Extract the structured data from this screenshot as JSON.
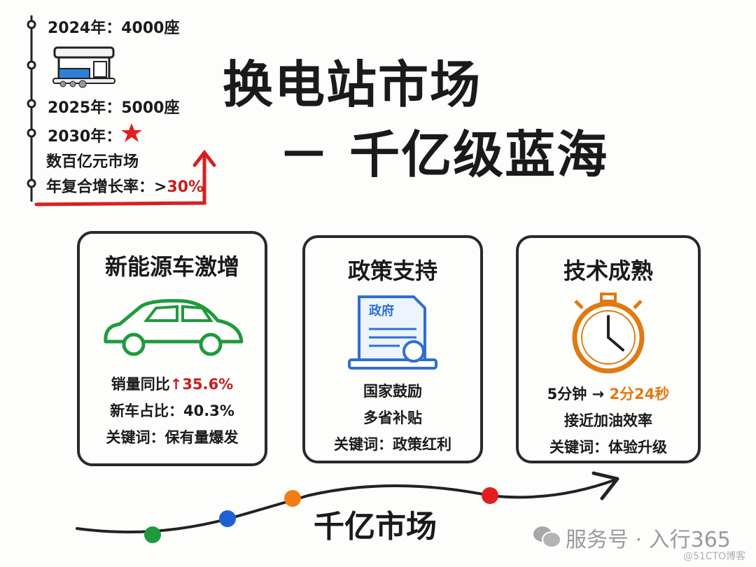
{
  "timeline": {
    "items": [
      {
        "text": "2024年：4000座"
      },
      {
        "text": "2025年：5000座"
      },
      {
        "text": "2030年："
      },
      {
        "text": "数百亿元市场"
      },
      {
        "text": "年复合增长率：>",
        "highlight": "30%"
      }
    ],
    "icons": [
      "battery-swap-station-icon",
      "star-icon",
      "up-arrow-icon"
    ]
  },
  "title": {
    "line1": "换电站市场",
    "line2": "－ 千亿级蓝海"
  },
  "cards": [
    {
      "title": "新能源车激增",
      "icon": "car-icon",
      "line1_prefix": "销量同比",
      "line1_highlight": "↑35.6%",
      "line2": "新车占比：40.3%",
      "line3": "关键词：保有量爆发"
    },
    {
      "title": "政策支持",
      "icon": "government-document-icon",
      "doc_label": "政府",
      "line1": "国家鼓励",
      "line2": "多省补贴",
      "line3": "关键词：政策红利"
    },
    {
      "title": "技术成熟",
      "icon": "stopwatch-icon",
      "line1_prefix": "5分钟 → ",
      "line1_highlight": "2分24秒",
      "line2": "接近加油效率",
      "line3": "关键词：体验升级"
    }
  ],
  "bottom": {
    "label": "千亿市场",
    "dot_colors": [
      "#1f9a3c",
      "#1f5fd6",
      "#f07d14",
      "#e01e1e"
    ]
  },
  "watermark": {
    "main": "服务号 · 入行365",
    "sub": "@51CTO博客"
  },
  "colors": {
    "accent_red": "#c81e1e",
    "green": "#1f9a3c",
    "blue": "#2f7fd8",
    "orange": "#e07a12"
  }
}
